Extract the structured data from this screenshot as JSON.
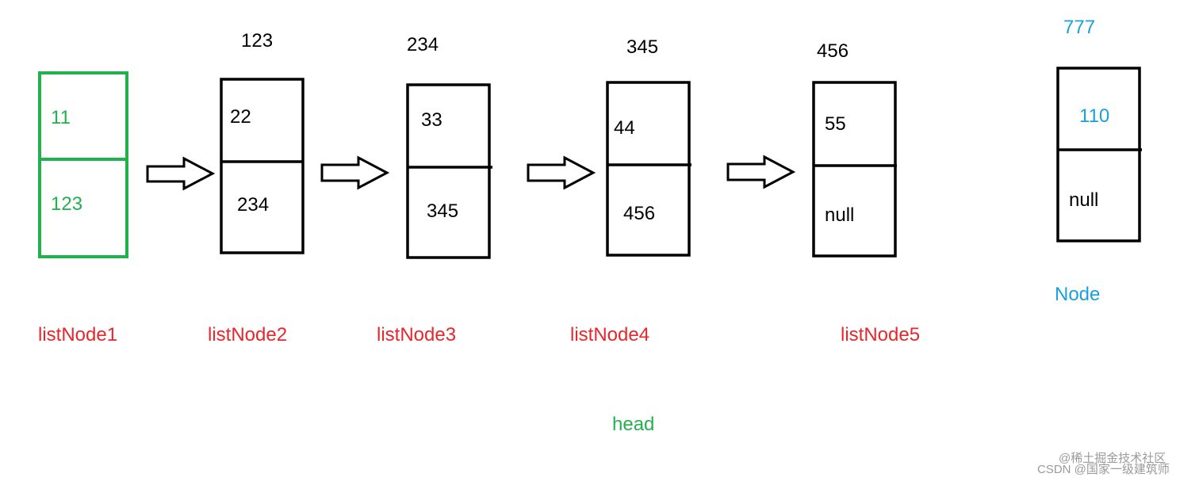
{
  "nodes": [
    {
      "address": "",
      "data": "11",
      "next": "123",
      "name": "listNode1",
      "highlight": true
    },
    {
      "address": "123",
      "data": "22",
      "next": "234",
      "name": "listNode2",
      "highlight": false
    },
    {
      "address": "234",
      "data": "33",
      "next": "345",
      "name": "listNode3",
      "highlight": false
    },
    {
      "address": "345",
      "data": "44",
      "next": "456",
      "name": "listNode4",
      "highlight": false
    },
    {
      "address": "456",
      "data": "55",
      "next": "null",
      "name": "listNode5",
      "highlight": false
    }
  ],
  "extra_node": {
    "address": "777",
    "data": "110",
    "next": "null",
    "name": "Node"
  },
  "head_label": "head",
  "watermark": {
    "line1": "@稀土掘金技术社区",
    "line2": "CSDN @国家一级建筑师"
  },
  "colors": {
    "highlight": "#22b14c",
    "default_box": "#000000",
    "name_label": "#e8262b",
    "extra": "#1a9fe0"
  }
}
